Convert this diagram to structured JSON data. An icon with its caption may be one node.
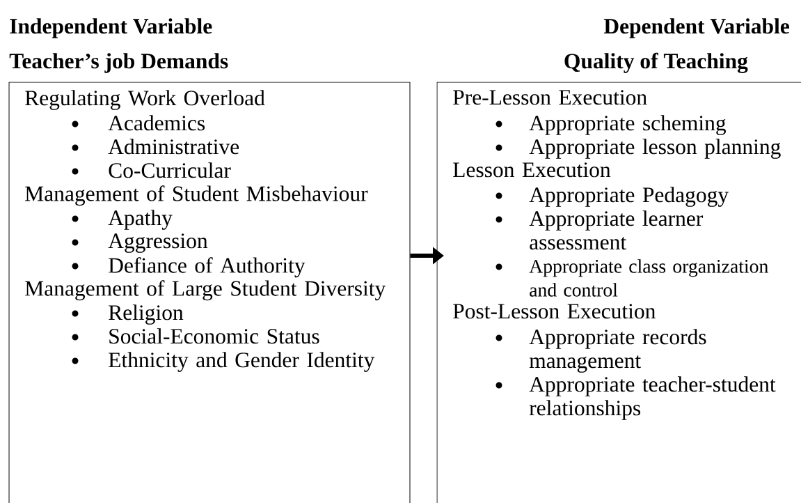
{
  "diagram": {
    "nodes": [
      {
        "text": [
          "Teacher’s job Demands",
          "Regulating Work Overload",
          "Academics",
          "Administrative",
          "Co-Curricular",
          "Management of Student Misbehaviour",
          "Apathy",
          "Aggression",
          "Defiance of Authority",
          "Management of Large Student Diversity",
          "Religion",
          "Social-Economic Status",
          "Ethnicity and Gender Identity"
        ],
        "beside": [
          "Independent Variable"
        ]
      },
      {
        "text": [
          "Quality of Teaching",
          "Pre-Lesson Execution",
          "Appropriate scheming",
          "Appropriate lesson planning",
          "Lesson Execution",
          "Appropriate Pedagogy",
          "Appropriate learner assessment",
          "Appropriate class organization and control",
          "Post-Lesson Execution",
          "Appropriate records management",
          "Appropriate teacher-student relationships"
        ],
        "beside": [
          "Dependent Variable"
        ]
      }
    ],
    "edges": [
      {
        "from": 0,
        "to": 1,
        "arrow": "to"
      }
    ]
  }
}
